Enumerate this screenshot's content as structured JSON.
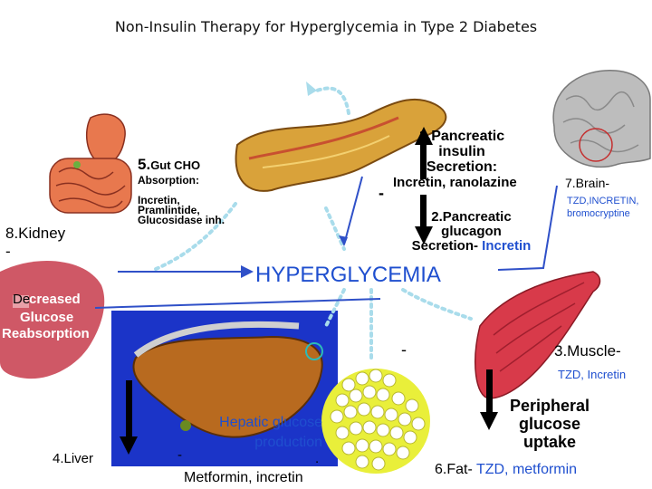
{
  "title": "Non-Insulin Therapy for Hyperglycemia in Type 2 Diabetes",
  "center": "HYPERGLYCEMIA",
  "pancreas": {
    "insulin_num": "1.Pancreatic",
    "insulin_line2": "insulin",
    "insulin_line3": "Secretion:",
    "insulin_drugs": "Incretin, ranolazine",
    "minus": "-",
    "glucagon_line1": "2.Pancreatic",
    "glucagon_line2": "glucagon",
    "glucagon_line3": "Secretion-",
    "glucagon_drug": "Incretin"
  },
  "gut": {
    "label": "5.",
    "label_rest": "Gut CHO",
    "line2": "Absorption:",
    "drugs1": "Incretin,",
    "drugs2": "Pramlintide,",
    "drugs3": "Glucosidase inh."
  },
  "kidney": {
    "label": "8.Kidney",
    "dash": "-",
    "prefix": "De",
    "sign_line1": "creased",
    "sign_line2": "Glucose",
    "sign_line3": "Reabsorption"
  },
  "brain": {
    "label": "7.Brain-",
    "drugs1": "TZD,INCRETIN,",
    "drugs2": "bromocryptine"
  },
  "muscle": {
    "label": "3.Muscle-",
    "drugs": "TZD, Incretin"
  },
  "liver": {
    "label": "4.Liver",
    "hgp1": "Hepatic glucose",
    "hgp2": "production",
    "dot": ".",
    "drugs": "Metformin, incretin",
    "dash": "-"
  },
  "fat": {
    "minus": "-",
    "uptake1": "Peripheral",
    "uptake2": "glucose",
    "uptake3": "uptake",
    "label": "6.Fat-",
    "drugs": "TZD, metformin"
  },
  "colors": {
    "blue_text": "#1f4fcf",
    "arrow": "#2f50c8",
    "dotted": "#a9dceb",
    "kidney": "#cf5866",
    "liver": "#b86a1f",
    "pancreas": "#d9a23a",
    "muscle": "#d83a4a",
    "fat": "#e9ef3a",
    "brain": "#bdbdbd"
  }
}
